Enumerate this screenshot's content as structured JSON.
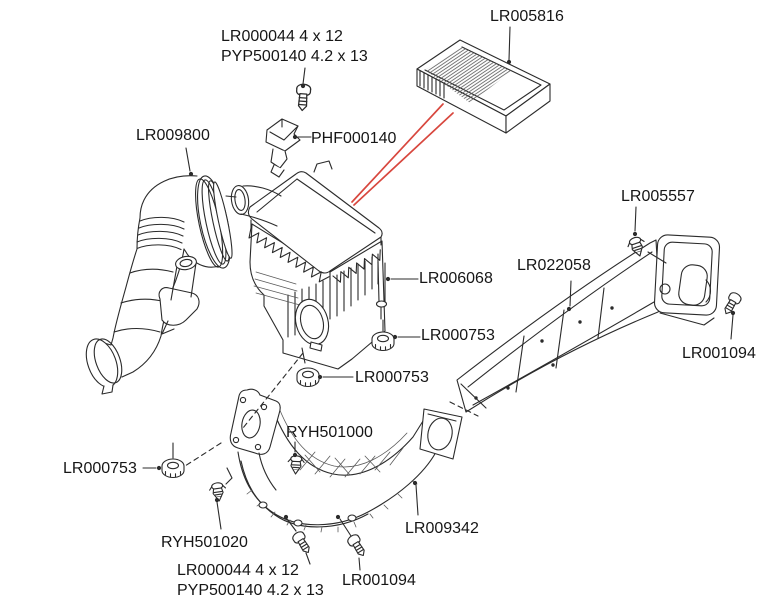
{
  "diagram": {
    "type": "exploded-parts-diagram",
    "colors": {
      "background": "#ffffff",
      "line_art": "#2b2b2b",
      "label_text": "#161616",
      "highlight_red": "#d8473e"
    },
    "labels": {
      "top_screw_note": {
        "line1": "LR000044 4 x 12",
        "line2": "PYP500140 4.2 x 13"
      },
      "air_filter": "LR005816",
      "maf_sensor": "PHF000140",
      "intake_hose": "LR009800",
      "air_cleaner_box": "LR006068",
      "grommet_right": "LR000753",
      "grommet_mid": "LR000753",
      "grommet_left": "LR000753",
      "duct_clip": "LR005557",
      "upper_duct": "LR022058",
      "screw_right": "LR001094",
      "flange_clip": "RYH501000",
      "lower_clip": "RYH501020",
      "lower_duct": "LR009342",
      "bottom_screw_note": {
        "line1": "LR000044 4 x 12",
        "line2": "PYP500140 4.2 x 13"
      },
      "screw_bottom": "LR001094"
    }
  }
}
